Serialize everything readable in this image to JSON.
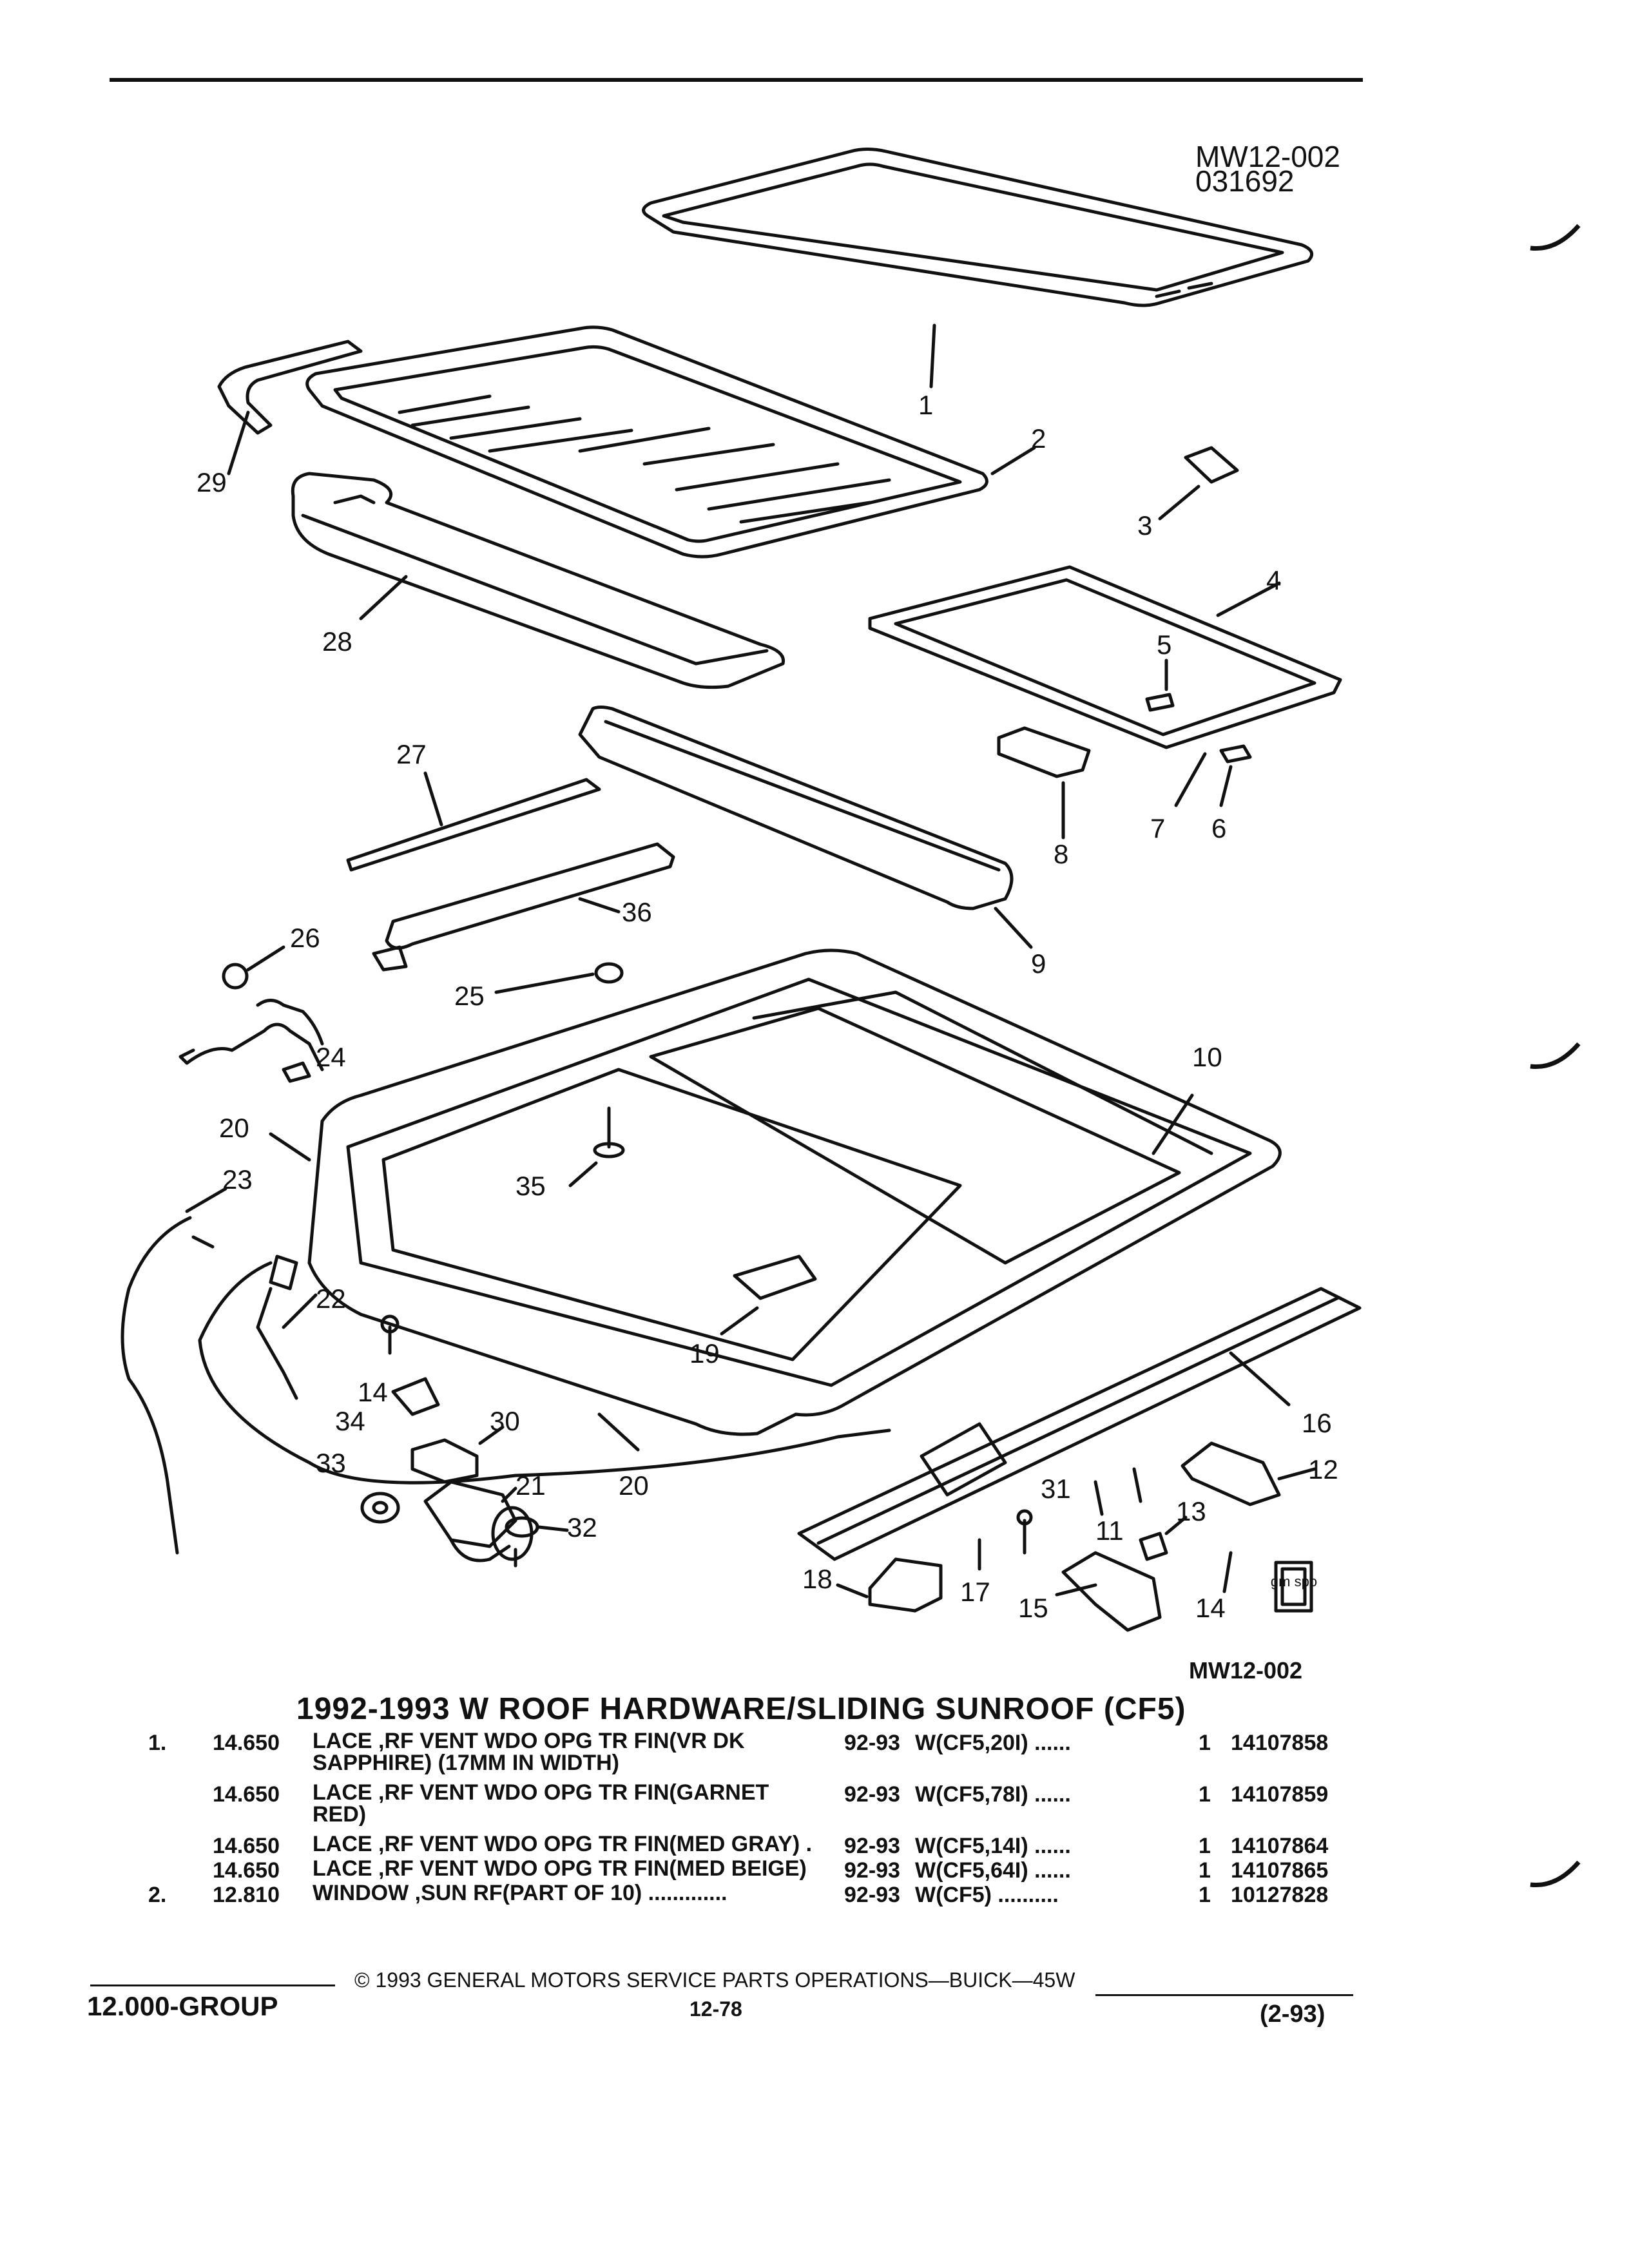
{
  "figure": {
    "ref_top": "MW12-002",
    "date_code": "031692",
    "ref_bottom": "MW12-002",
    "callouts": [
      "1",
      "2",
      "3",
      "4",
      "5",
      "6",
      "7",
      "8",
      "9",
      "10",
      "11",
      "12",
      "13",
      "14",
      "14",
      "15",
      "16",
      "17",
      "18",
      "19",
      "20",
      "20",
      "21",
      "22",
      "23",
      "24",
      "25",
      "26",
      "27",
      "28",
      "29",
      "30",
      "31",
      "32",
      "33",
      "34",
      "35",
      "36"
    ],
    "badge_text": "gm spo"
  },
  "section": {
    "title": "1992-1993 W ROOF HARDWARE/SLIDING SUNROOF (CF5)"
  },
  "parts": [
    {
      "item": "1.",
      "code": "14.650",
      "desc": "LACE ,RF VENT WDO OPG TR FIN(VR DK SAPPHIRE) (17MM IN WIDTH)",
      "years": "92-93",
      "app": "W(CF5,20I) ......",
      "qty": "1",
      "pn": "14107858"
    },
    {
      "item": "",
      "code": "14.650",
      "desc": "LACE ,RF VENT WDO OPG TR FIN(GARNET RED)",
      "years": "92-93",
      "app": "W(CF5,78I) ......",
      "qty": "1",
      "pn": "14107859"
    },
    {
      "item": "",
      "code": "14.650",
      "desc": "LACE ,RF VENT WDO OPG TR FIN(MED GRAY) .",
      "years": "92-93",
      "app": "W(CF5,14I) ......",
      "qty": "1",
      "pn": "14107864"
    },
    {
      "item": "",
      "code": "14.650",
      "desc": "LACE ,RF VENT WDO OPG TR FIN(MED BEIGE)",
      "years": "92-93",
      "app": "W(CF5,64I) ......",
      "qty": "1",
      "pn": "14107865"
    },
    {
      "item": "2.",
      "code": "12.810",
      "desc": "WINDOW ,SUN RF(PART OF 10) .............",
      "years": "92-93",
      "app": "W(CF5) ..........",
      "qty": "1",
      "pn": "10127828"
    }
  ],
  "footer": {
    "copyright": "© 1993 GENERAL MOTORS SERVICE PARTS OPERATIONS—BUICK—45W",
    "group": "12.000-GROUP",
    "page": "12-78",
    "revision": "(2-93)"
  }
}
